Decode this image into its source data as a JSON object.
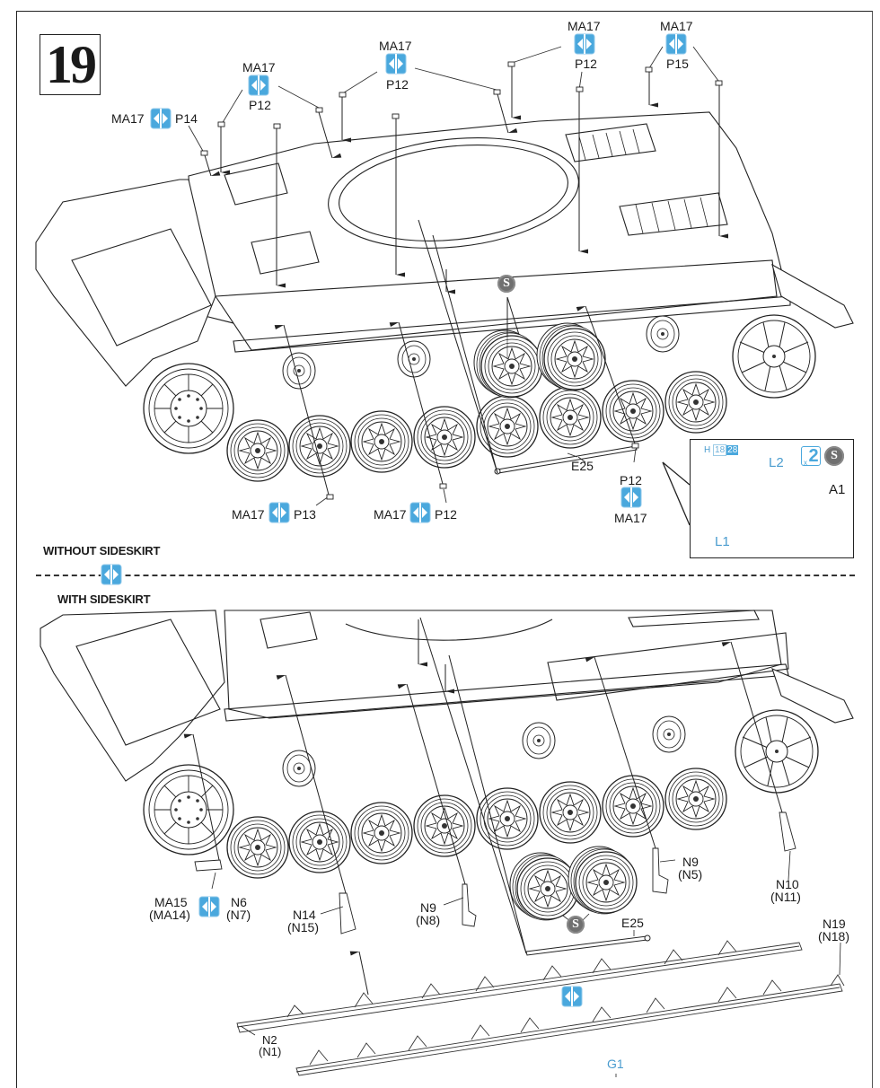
{
  "step": {
    "number": "19"
  },
  "colors": {
    "accent_blue": "#4aa8dd",
    "label_blue": "#4a9ccf",
    "ink": "#1a1a1a",
    "s_badge": "#707070"
  },
  "top_callouts": [
    {
      "id": "c1",
      "top": "MA17",
      "icon": "glue-both-sides-icon",
      "bottom": "P14",
      "layout": "inline"
    },
    {
      "id": "c2",
      "top": "MA17",
      "icon": "glue-both-sides-icon",
      "bottom": "P12"
    },
    {
      "id": "c3",
      "top": "MA17",
      "icon": "glue-both-sides-icon",
      "bottom": "P12"
    },
    {
      "id": "c4",
      "top": "MA17",
      "icon": "glue-both-sides-icon",
      "bottom": "P12"
    },
    {
      "id": "c5",
      "top": "MA17",
      "icon": "glue-both-sides-icon",
      "bottom": "P15"
    }
  ],
  "bottom_callouts_upper": [
    {
      "left": "MA17",
      "icon": "glue-both-sides-icon",
      "right": "P13"
    },
    {
      "left": "MA17",
      "icon": "glue-both-sides-icon",
      "right": "P12"
    },
    {
      "top": "P12",
      "icon": "glue-both-sides-icon",
      "bottom": "MA17"
    }
  ],
  "upper_parts": {
    "rod": "E25",
    "sprue_badge": "S"
  },
  "inset": {
    "sprue_letter": "H",
    "sprue_num_a": "18",
    "sprue_num_b": "28",
    "multiplier_prefix": "x",
    "multiplier": "2",
    "sprue_badge": "S",
    "parts": [
      "L2",
      "L1",
      "A1"
    ]
  },
  "sections": {
    "without": "WITHOUT SIDESKIRT",
    "with": "WITH SIDESKIRT",
    "divider_icon": "glue-both-sides-icon"
  },
  "lower_callouts": {
    "ma15": {
      "line1": "MA15",
      "line2": "(MA14)",
      "icon": "glue-both-sides-icon",
      "right1": "N6",
      "right2": "(N7)"
    },
    "n14": {
      "line1": "N14",
      "line2": "(N15)"
    },
    "n9_n8": {
      "line1": "N9",
      "line2": "(N8)"
    },
    "n9_n5": {
      "line1": "N9",
      "line2": "(N5)"
    },
    "n10": {
      "line1": "N10",
      "line2": "(N11)"
    },
    "n19": {
      "line1": "N19",
      "line2": "(N18)"
    },
    "n2": {
      "line1": "N2",
      "line2": "(N1)"
    },
    "e25": "E25",
    "g1": "G1",
    "sprue_badge": "S",
    "skirt_icon": "glue-both-sides-icon"
  }
}
